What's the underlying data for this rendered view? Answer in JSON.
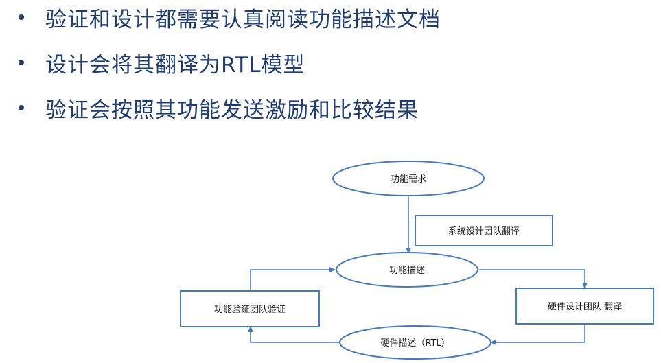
{
  "bullets": [
    "验证和设计都需要认真阅读功能描述文档",
    "设计会将其翻译为RTL模型",
    "验证会按照其功能发送激励和比较结果"
  ],
  "diagram": {
    "requirement": "功能需求",
    "translate_system": "系统设计团队翻译",
    "description": "功能描述",
    "verify_team": "功能验证团队验证",
    "hw_translate": "硬件设计团队 翻译",
    "hw_description": "硬件描述（RTL）"
  },
  "colors": {
    "bullet_text": "#1f3c6e",
    "stroke": "#4a7ab5"
  }
}
